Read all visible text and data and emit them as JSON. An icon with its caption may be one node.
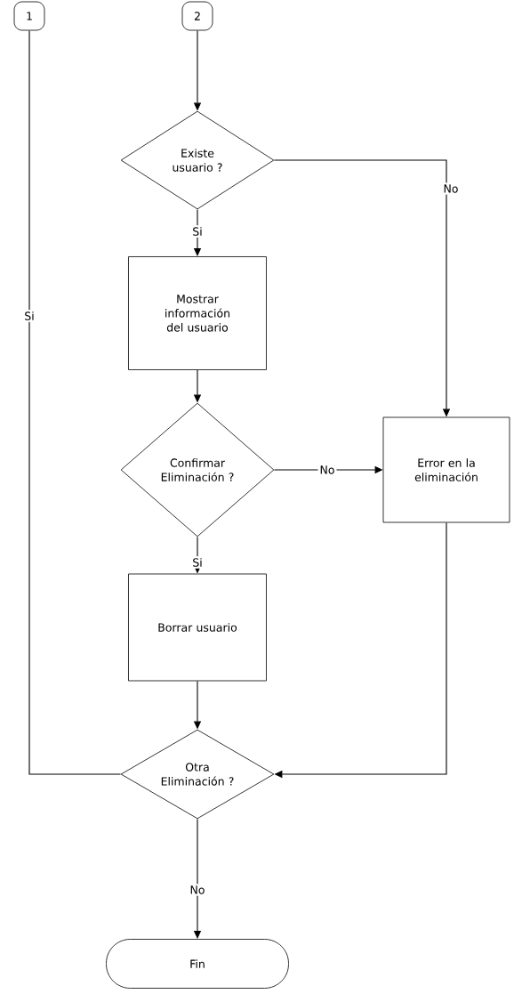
{
  "diagram": {
    "nodes": [
      {
        "text": [
          "1"
        ]
      },
      {
        "text": [
          "2"
        ]
      },
      {
        "text": [
          "Existe usuario ?"
        ]
      },
      {
        "text": [
          "Mostrar información del usuario"
        ]
      },
      {
        "text": [
          "Confirmar Eliminación ?"
        ]
      },
      {
        "text": [
          "Error en la eliminación"
        ]
      },
      {
        "text": [
          "Borrar usuario"
        ]
      },
      {
        "text": [
          "Otra Eliminación ?"
        ]
      },
      {
        "text": [
          "Fin"
        ]
      }
    ],
    "edges": [
      {
        "from": 1,
        "to": 2,
        "arrow": "to"
      },
      {
        "from": 2,
        "to": 3,
        "arrow": "to",
        "label": "Si"
      },
      {
        "from": 2,
        "to": 5,
        "arrow": "to",
        "label": "No"
      },
      {
        "from": 3,
        "to": 4,
        "arrow": "to"
      },
      {
        "from": 4,
        "to": 5,
        "arrow": "to",
        "label": "No"
      },
      {
        "from": 4,
        "to": 6,
        "arrow": "to",
        "label": "Si"
      },
      {
        "from": 6,
        "to": 7,
        "arrow": "to"
      },
      {
        "from": 5,
        "to": 7,
        "arrow": "to"
      },
      {
        "from": 7,
        "to": 0,
        "arrow": "none",
        "label": "Si"
      },
      {
        "from": 7,
        "to": 8,
        "arrow": "to",
        "label": "No"
      }
    ]
  }
}
